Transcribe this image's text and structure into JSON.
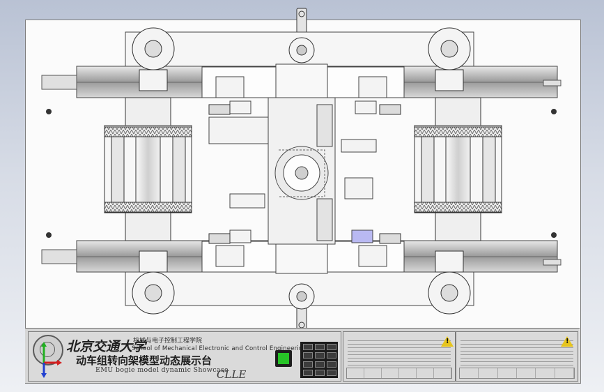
{
  "window": {
    "title": "EMU bogie model dynamic Showcase"
  },
  "brand": {
    "university": "北京交通大学",
    "school_cn": "机械与电子控制工程学院",
    "school_en": "School of Mechanical Electronic and Control Engineering",
    "title_cn": "动车组转向架模型动态展示台",
    "title_en": "EMU bogie model dynamic Showcase",
    "signature": "CLLE"
  },
  "colors": {
    "viewport_top": "#b9c2d4",
    "board": "#fbfbfb",
    "title_block": "#d6d6d6",
    "start_button": "#27c427",
    "warning": "#e7c51e",
    "highlight": "#b9b9f2",
    "axis_y": "#20b020",
    "axis_x": "#d42020",
    "axis_z": "#2040d0"
  },
  "icons": {
    "view_triad": "triad-icon",
    "warnings": [
      "warning-icon",
      "warning-icon"
    ],
    "start_button": "green-start-button",
    "keypad": "keypad-icon"
  }
}
